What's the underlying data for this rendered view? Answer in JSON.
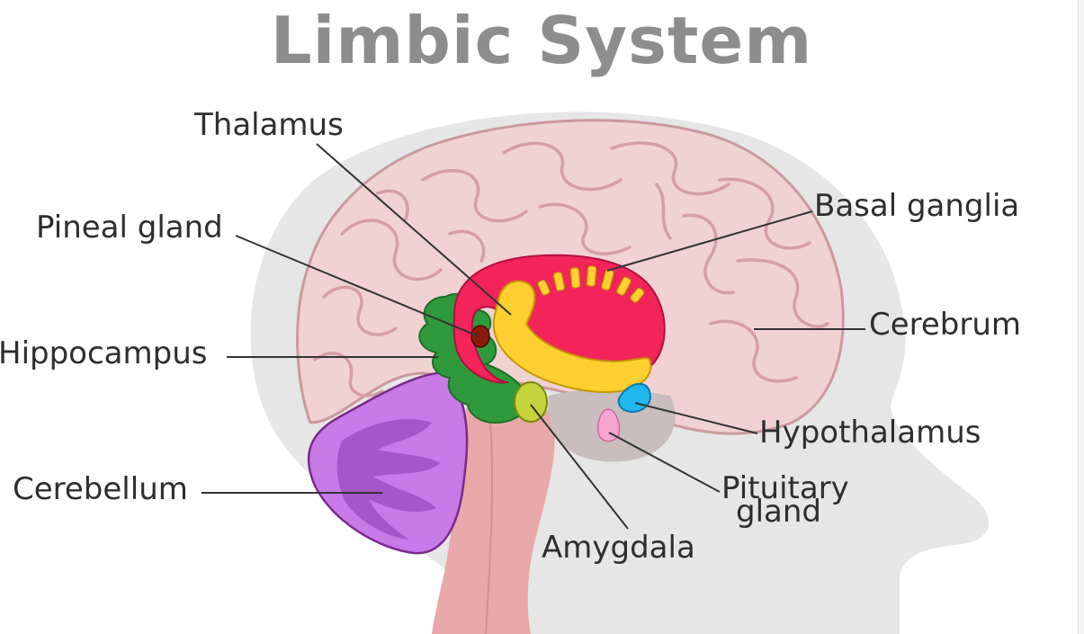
{
  "title": "Limbic System",
  "labels": {
    "thalamus": "Thalamus",
    "pineal_gland": "Pineal gland",
    "hippocampus": "Hippocampus",
    "cerebellum": "Cerebellum",
    "basal_ganglia": "Basal ganglia",
    "cerebrum": "Cerebrum",
    "hypothalamus": "Hypothalamus",
    "pituitary_line1": "Pituitary",
    "pituitary_line2": "gland",
    "amygdala": "Amygdala"
  },
  "colors": {
    "head": "#e6e6e6",
    "cerebrum": "#f0d2d2",
    "cerebrum_outline": "#c99a9c",
    "brainstem": "#e8a8a8",
    "basal_ganglia": "#f2245a",
    "thalamus": "#ffd030",
    "hippocampus": "#2f9a3c",
    "pineal_gland": "#8a1a0a",
    "hypothalamus": "#22b6ee",
    "pituitary_gland": "#f7a4d0",
    "amygdala": "#c4d43a",
    "cerebellum": "#c77ae8",
    "title": "#8d8d8d"
  }
}
